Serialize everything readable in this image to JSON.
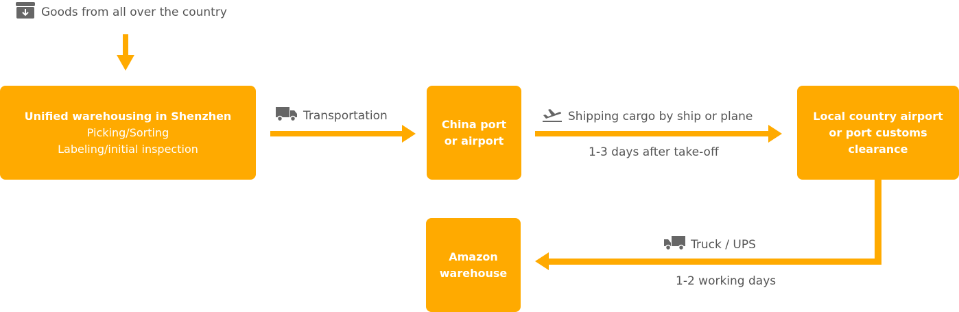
{
  "top_label": "Goods from all over the country",
  "boxes": {
    "shenzhen": {
      "title": "Unified warehousing in Shenzhen",
      "line1": "Picking/Sorting",
      "line2": "Labeling/initial inspection"
    },
    "china_port": {
      "line1": "China port",
      "line2": "or airport"
    },
    "local_clearance": {
      "line1": "Local country airport",
      "line2": "or port customs",
      "line3": "clearance"
    },
    "amazon": {
      "line1": "Amazon",
      "line2": "warehouse"
    }
  },
  "edges": {
    "transportation": {
      "label": "Transportation",
      "icon": "truck-icon"
    },
    "shipping": {
      "label": "Shipping cargo by ship or plane",
      "sublabel": "1-3 days after take-off",
      "icon": "plane-takeoff-icon"
    },
    "truck_ups": {
      "label": "Truck / UPS",
      "sublabel": "1-2 working days",
      "icon": "truck-icon"
    }
  },
  "icons": {
    "goods": "download-box-icon"
  },
  "colors": {
    "accent": "#ffaa00",
    "text": "#555555",
    "icon": "#666666"
  }
}
